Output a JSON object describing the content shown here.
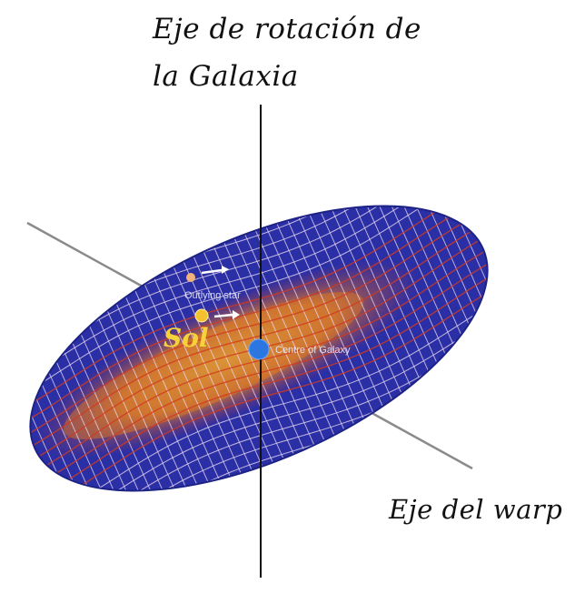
{
  "labels": {
    "rotation_axis_line1": "Eje de rotación de",
    "rotation_axis_line2": "la Galaxia",
    "warp_axis": "Eje del warp",
    "sun": "Sol",
    "outlying_star": "Outlying star",
    "galaxy_center": "Centre of Galaxy"
  },
  "colors": {
    "disk_blue": "#2a2fa6",
    "mesh_light": "#e9d9f0",
    "warp_red": "#d23a1e",
    "warp_orange": "#f08a1c",
    "warp_yellow": "#f6c53a",
    "sun": "#f4c22e",
    "center": "#2b76e0",
    "axis_line": "#111111",
    "warp_line": "#8a8a8a"
  }
}
